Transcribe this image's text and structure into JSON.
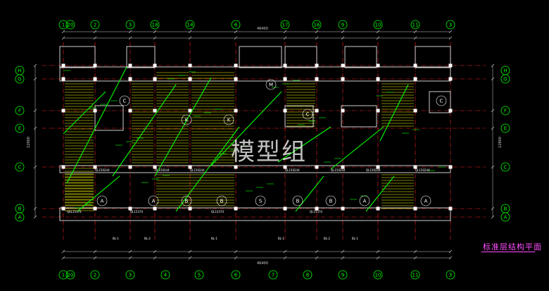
{
  "drawing": {
    "title": "标准层结构平面",
    "watermark": "模型组",
    "overall_dims": {
      "top": "46400",
      "bottom": "46400",
      "left": "12000",
      "right": "12800"
    },
    "col_axes": [
      "1",
      "20",
      "2",
      "3",
      "18",
      "4",
      "14",
      "5",
      "6",
      "17",
      "7",
      "16",
      "8",
      "9",
      "10",
      "11",
      "3"
    ],
    "col_axes_top": [
      "1",
      "20",
      "2",
      "3",
      "18",
      "14",
      "6",
      "17",
      "16",
      "9",
      "10",
      "11",
      "3"
    ],
    "col_axes_bottom": [
      "1",
      "20",
      "2",
      "3",
      "4",
      "5",
      "6",
      "7",
      "8",
      "9",
      "10",
      "11",
      "3"
    ],
    "row_axes_left": [
      "H",
      "G",
      "F",
      "E",
      "C",
      "B",
      "A"
    ],
    "row_axes_right": [
      "H",
      "G",
      "F",
      "E",
      "C",
      "B",
      "A"
    ],
    "room_tags": [
      "C",
      "K",
      "K",
      "M",
      "C",
      "C",
      "A",
      "A",
      "B",
      "B",
      "S",
      "B",
      "B",
      "A",
      "A"
    ],
    "beam_labels_bottom": [
      "BL-1",
      "BL-2",
      "BL-1",
      "BL-1",
      "BL-2",
      "BL-1"
    ],
    "beam_labels_mid": [
      "QL150244",
      "QL150244",
      "QL150244",
      "QL150244",
      "QL150244",
      "QL150244",
      "QL150244"
    ],
    "beam_labels_low": [
      "QKL15374",
      "QL15374",
      "QL15374",
      "QL15374"
    ]
  },
  "colors": {
    "background": "#000000",
    "axis_grid": "#ff2020",
    "wall": "#ffffff",
    "slab_hatch": "#ffff00",
    "rebar": "#00ff00",
    "axis_bubble": "#00ff00",
    "title": "#ff4dff",
    "dimension": "#d0d0d0"
  }
}
